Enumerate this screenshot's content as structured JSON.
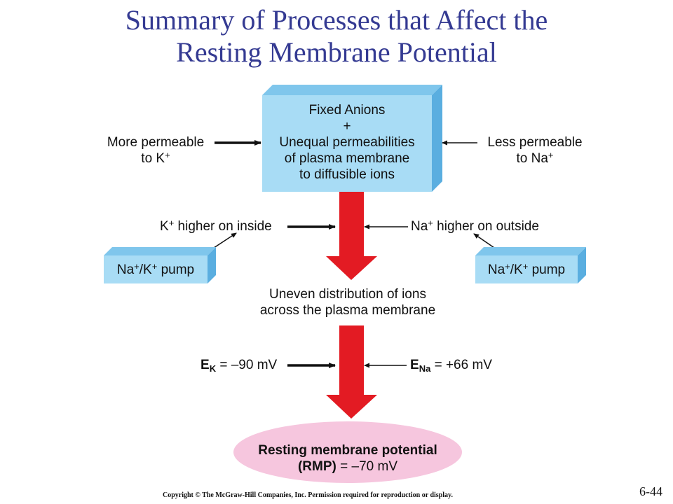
{
  "slide": {
    "title_line1": "Summary of Processes that Affect the",
    "title_line2": "Resting Membrane Potential",
    "copyright": "Copyright © The McGraw-Hill Companies, Inc. Permission required for reproduction or display.",
    "page_number": "6-44"
  },
  "top_box": {
    "line1": "Fixed Anions",
    "line2": "+",
    "line3": "Unequal permeabilities",
    "line4": "of plasma membrane",
    "line5": "to diffusible ions"
  },
  "left_permeable": {
    "line1": "More permeable",
    "line2_text": "to K",
    "line2_sup": "+"
  },
  "right_permeable": {
    "line1": "Less permeable",
    "line2_text": "to Na",
    "line2_sup": "+"
  },
  "k_label": {
    "ion": "K",
    "sup": "+",
    "rest": " higher on inside"
  },
  "na_label": {
    "ion": "Na",
    "sup": "+",
    "rest": " higher on outside"
  },
  "left_pump": {
    "na": "Na",
    "sup1": "+",
    "slash_k": "/K",
    "sup2": "+",
    "rest": " pump"
  },
  "right_pump": {
    "na": "Na",
    "sup1": "+",
    "slash_k": "/K",
    "sup2": "+",
    "rest": " pump"
  },
  "uneven": {
    "line1": "Uneven distribution of ions",
    "line2": "across the plasma membrane"
  },
  "ek": {
    "E": "E",
    "sub": "K",
    "rest": " = –90 mV"
  },
  "ena": {
    "E": "E",
    "sub": "Na",
    "rest": " = +66 mV"
  },
  "rmp": {
    "line1": "Resting membrane potential",
    "line2_bold": "(RMP)",
    "line2_rest": " = –70 mV"
  },
  "colors": {
    "title": "#343a92",
    "box_front": "#a8dcf5",
    "box_side": "#5aaee0",
    "box_top": "#7fc6ec",
    "down_arrow": "#e31b23",
    "ellipse": "#f6c6de"
  }
}
